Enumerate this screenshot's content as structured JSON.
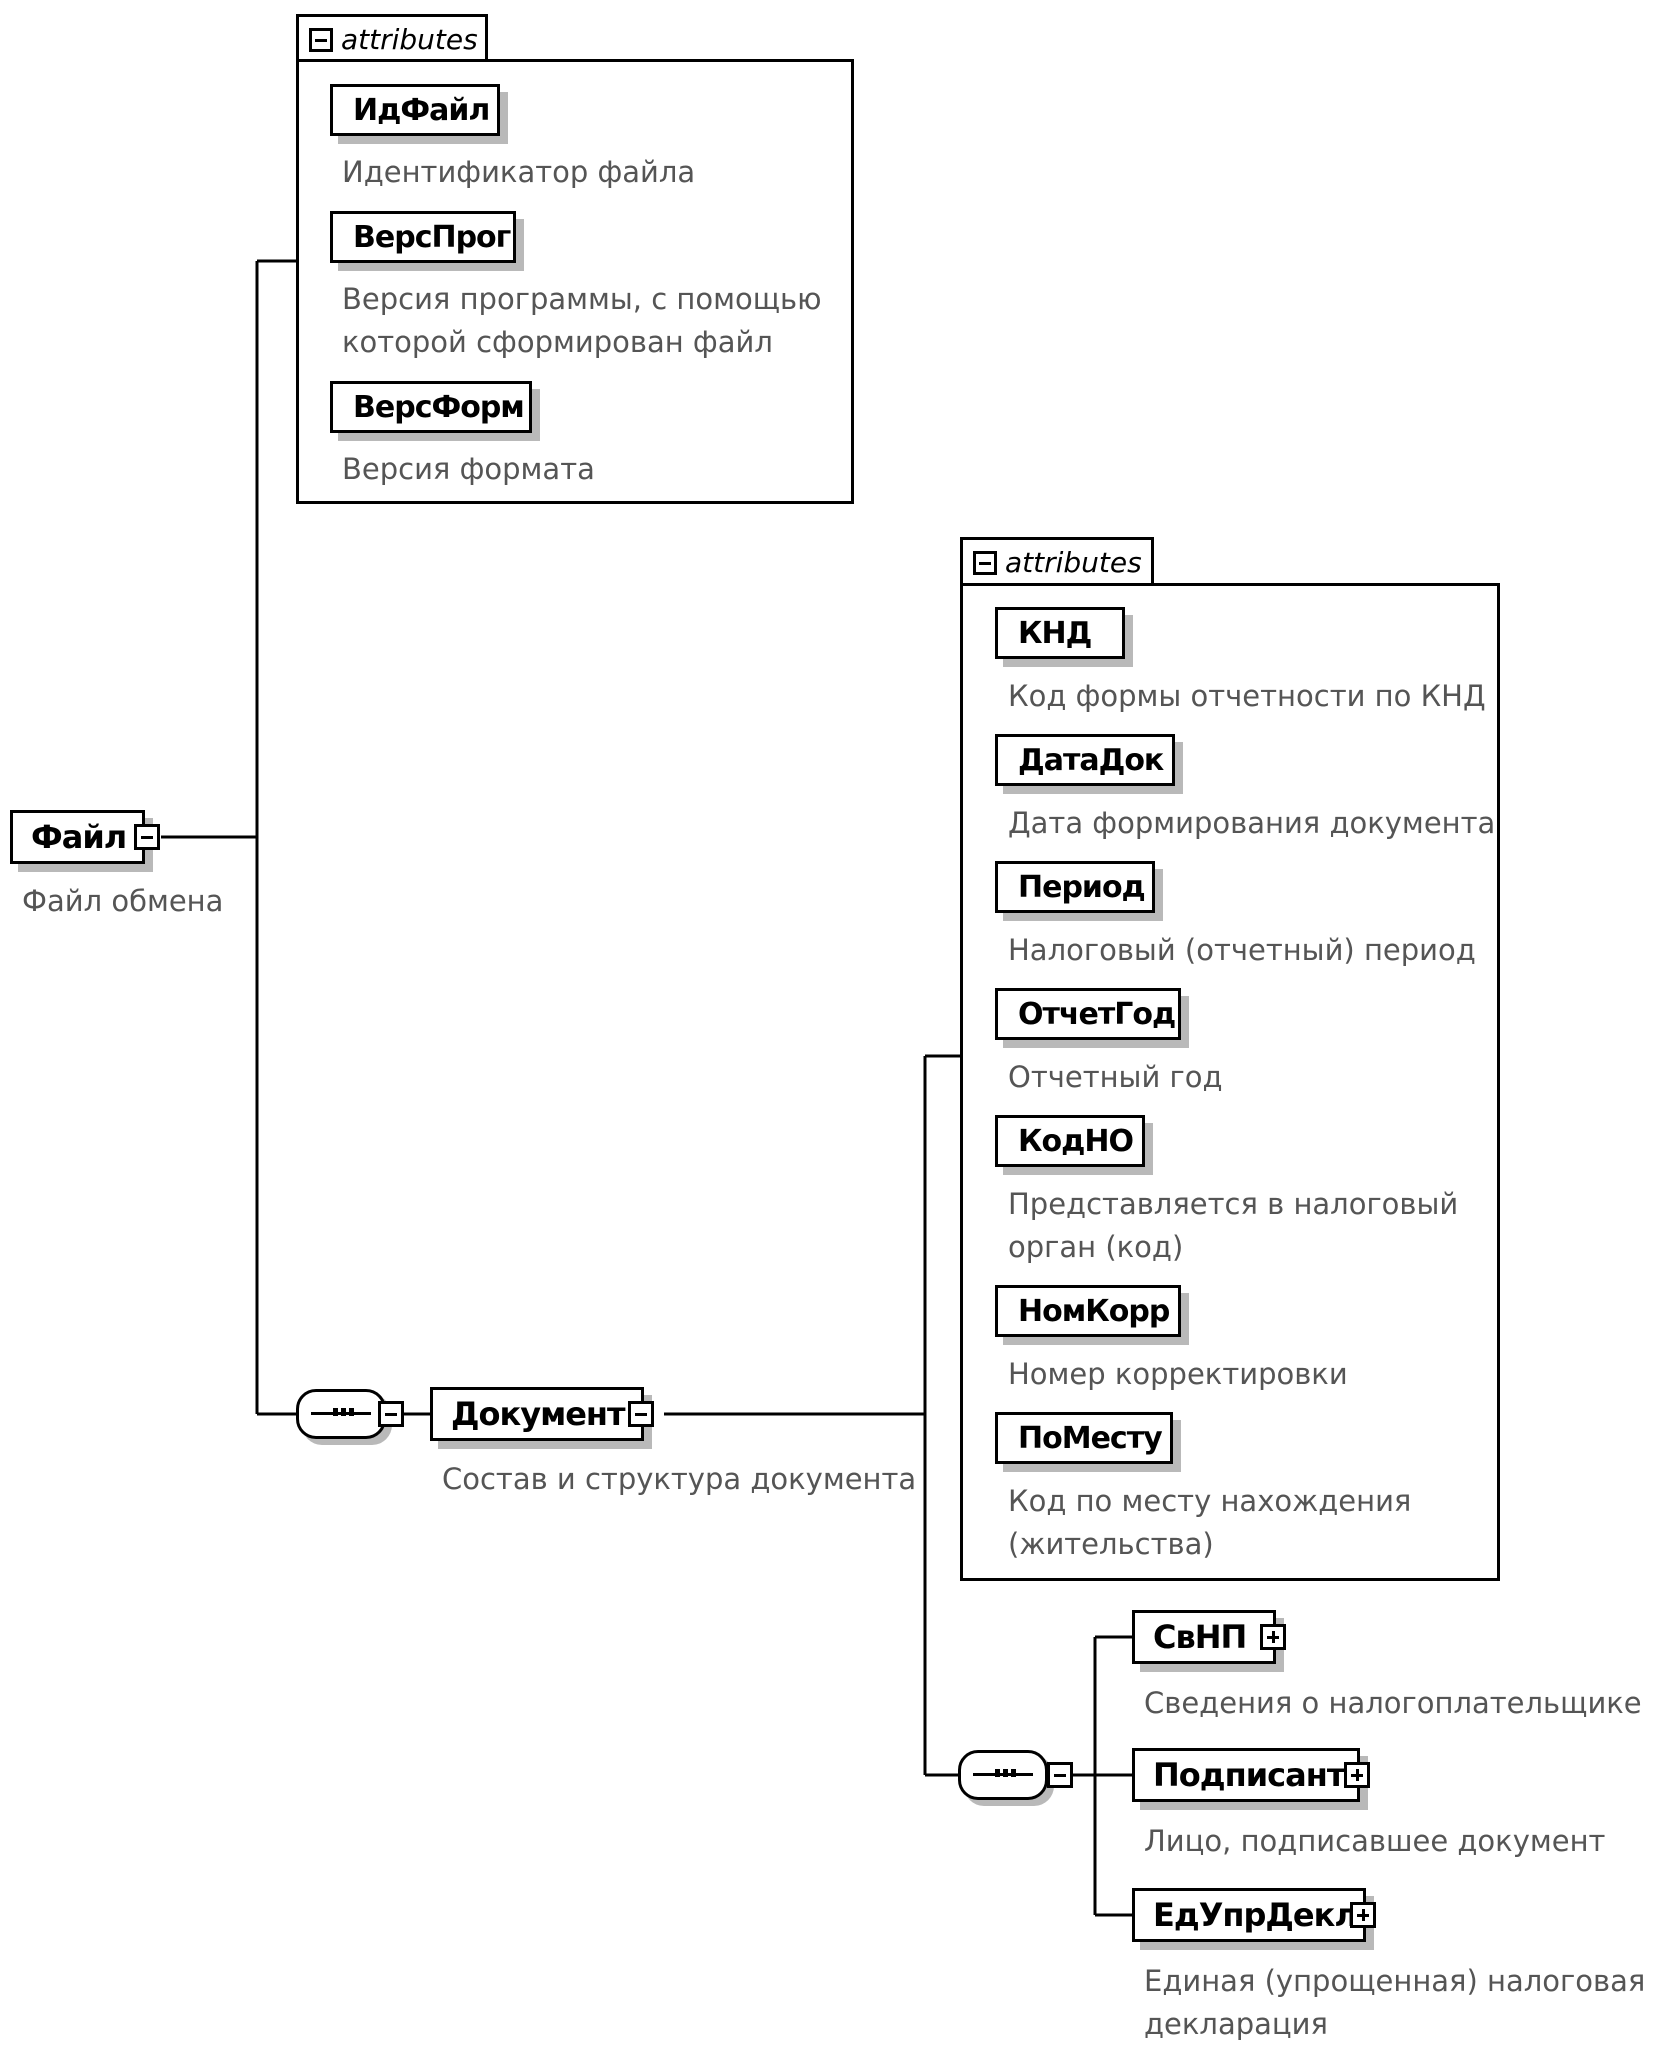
{
  "root": {
    "name": "Файл",
    "description": "Файл обмена",
    "attributes_label": "attributes",
    "attributes": [
      {
        "name": "ИдФайл",
        "description": [
          "Идентификатор файла"
        ]
      },
      {
        "name": "ВерсПрог",
        "description": [
          "Версия программы, с помощью",
          "которой сформирован файл"
        ]
      },
      {
        "name": "ВерсФорм",
        "description": [
          "Версия формата"
        ]
      }
    ]
  },
  "document": {
    "name": "Документ",
    "description": "Состав и структура документа",
    "attributes_label": "attributes",
    "attributes": [
      {
        "name": "КНД",
        "description": [
          "Код формы отчетности по КНД"
        ]
      },
      {
        "name": "ДатаДок",
        "description": [
          "Дата формирования документа"
        ]
      },
      {
        "name": "Период",
        "description": [
          "Налоговый (отчетный) период"
        ]
      },
      {
        "name": "ОтчетГод",
        "description": [
          "Отчетный год"
        ]
      },
      {
        "name": "КодНО",
        "description": [
          "Представляется в налоговый",
          "орган (код)"
        ]
      },
      {
        "name": "НомКорр",
        "description": [
          "Номер корректировки"
        ]
      },
      {
        "name": "ПоМесту",
        "description": [
          "Код по месту нахождения",
          "(жительства)"
        ]
      }
    ],
    "children": [
      {
        "name": "СвНП",
        "description": [
          "Сведения о налогоплательщике"
        ]
      },
      {
        "name": "Подписант",
        "description": [
          "Лицо, подписавшее документ"
        ]
      },
      {
        "name": "ЕдУпрДекл",
        "description": [
          "Единая (упрощенная) налоговая",
          "декларация"
        ]
      }
    ]
  },
  "colors": {
    "line": "#000000",
    "shadow": "#b9b9b9",
    "description_text": "#555555"
  }
}
